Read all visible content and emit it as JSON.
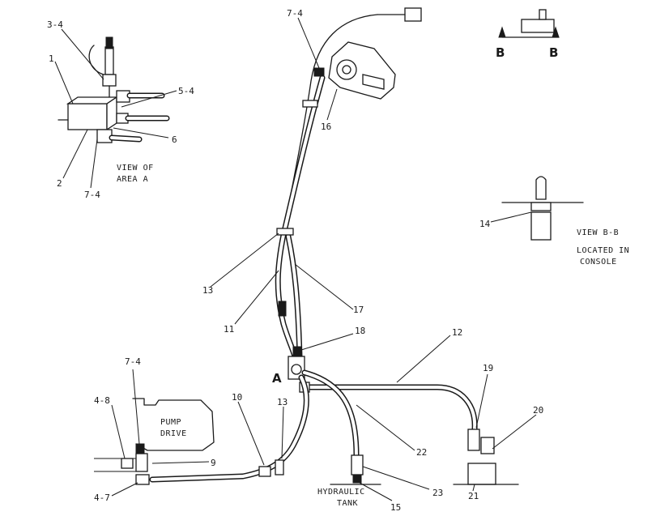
{
  "callouts": [
    {
      "id": "c_3_4",
      "text": "3-4"
    },
    {
      "id": "c_1",
      "text": "1"
    },
    {
      "id": "c_5_4",
      "text": "5-4"
    },
    {
      "id": "c_6",
      "text": "6"
    },
    {
      "id": "c_2",
      "text": "2"
    },
    {
      "id": "c_7_4_a",
      "text": "7-4"
    },
    {
      "id": "c_7_4_top",
      "text": "7-4"
    },
    {
      "id": "c_16",
      "text": "16"
    },
    {
      "id": "c_14",
      "text": "14"
    },
    {
      "id": "c_13_mid",
      "text": "13"
    },
    {
      "id": "c_11",
      "text": "11"
    },
    {
      "id": "c_17",
      "text": "17"
    },
    {
      "id": "c_18",
      "text": "18"
    },
    {
      "id": "c_12",
      "text": "12"
    },
    {
      "id": "c_7_4_pump",
      "text": "7-4"
    },
    {
      "id": "c_4_8",
      "text": "4-8"
    },
    {
      "id": "c_10",
      "text": "10"
    },
    {
      "id": "c_13_low",
      "text": "13"
    },
    {
      "id": "c_19",
      "text": "19"
    },
    {
      "id": "c_20",
      "text": "20"
    },
    {
      "id": "c_9",
      "text": "9"
    },
    {
      "id": "c_22",
      "text": "22"
    },
    {
      "id": "c_4_7",
      "text": "4-7"
    },
    {
      "id": "c_23",
      "text": "23"
    },
    {
      "id": "c_21",
      "text": "21"
    },
    {
      "id": "c_15",
      "text": "15"
    }
  ],
  "notes": {
    "view_area_a_1": "VIEW OF",
    "view_area_a_2": "AREA A",
    "view_bb": "VIEW B-B",
    "located_1": "LOCATED IN",
    "located_2": "CONSOLE",
    "pump_1": "PUMP",
    "pump_2": "DRIVE",
    "tank_1": "HYDRAULIC",
    "tank_2": "TANK",
    "area_marker": "A",
    "section_left": "B",
    "section_right": "B"
  }
}
